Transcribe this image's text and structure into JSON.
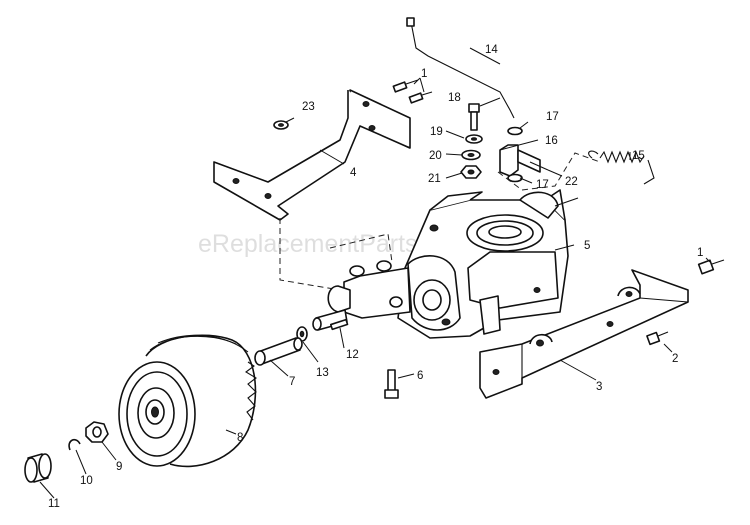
{
  "watermark": "eReplacementParts.com",
  "labels": {
    "p1a": "1",
    "p1b": "1",
    "p2": "2",
    "p3": "3",
    "p4": "4",
    "p5": "5",
    "p6": "6",
    "p7": "7",
    "p8": "8",
    "p9": "9",
    "p10": "10",
    "p11": "11",
    "p12": "12",
    "p13": "13",
    "p14": "14",
    "p15": "15",
    "p16": "16",
    "p17a": "17",
    "p17b": "17",
    "p18": "18",
    "p19": "19",
    "p20": "20",
    "p21": "21",
    "p22": "22",
    "p23": "23"
  }
}
